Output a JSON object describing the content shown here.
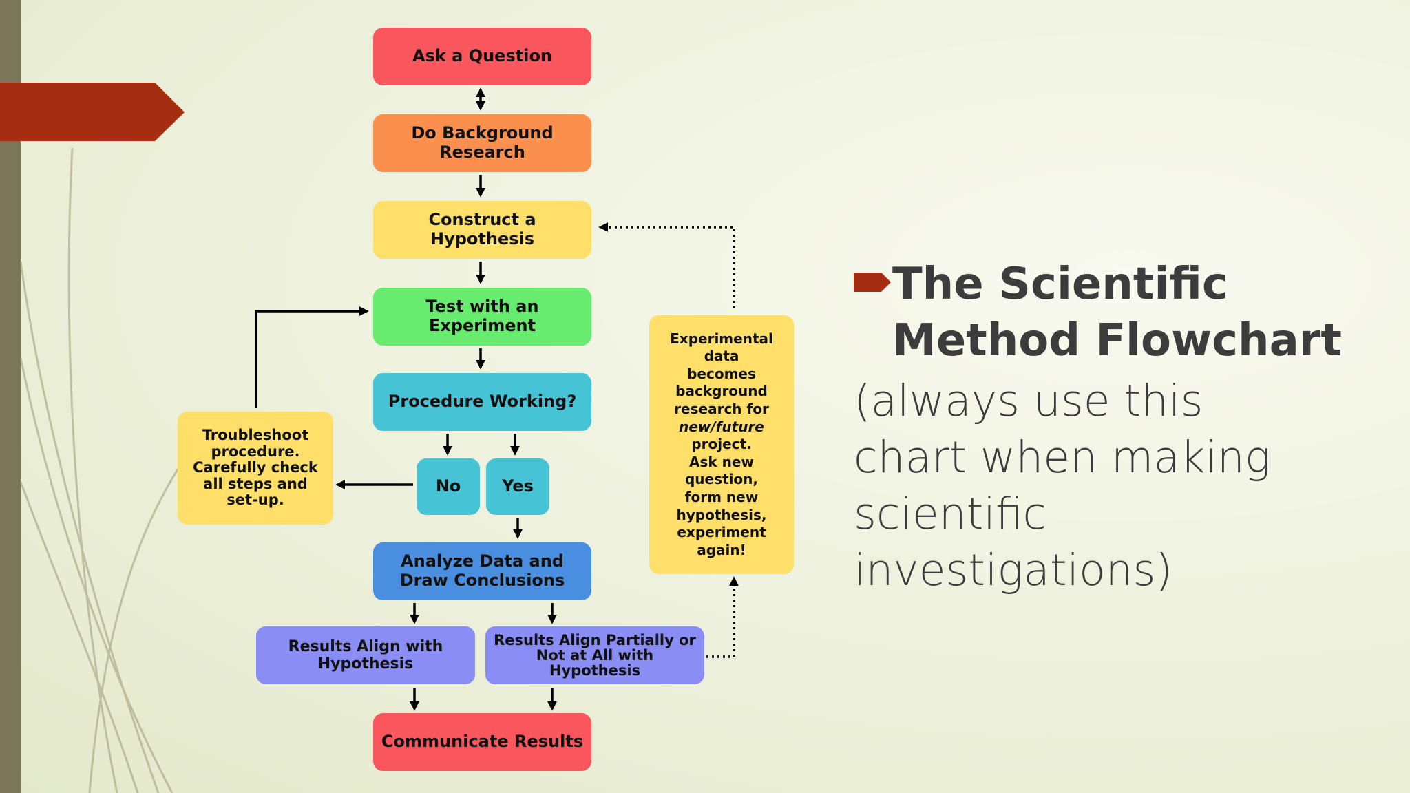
{
  "diagram": {
    "nodes": {
      "ask": "Ask a Question",
      "background": "Do Background Research",
      "hypothesis": "Construct a Hypothesis",
      "experiment": "Test with an Experiment",
      "procedure": "Procedure Working?",
      "no": "No",
      "yes": "Yes",
      "troubleshoot": [
        "Troubleshoot",
        "procedure.",
        "Carefully check",
        "all steps and",
        "set-up."
      ],
      "analyze": "Analyze Data and Draw Conclusions",
      "align": "Results Align with Hypothesis",
      "partial": "Results Align Partially or Not at All with Hypothesis",
      "communicate": "Communicate Results",
      "feedback": [
        "Experimental",
        "data",
        "becomes",
        "background",
        "research for",
        "new/future",
        "project.",
        "Ask new",
        "question,",
        "form new",
        "hypothesis,",
        "experiment",
        "again!"
      ]
    },
    "colors": {
      "red": "#f9565d",
      "orange": "#fb8f4d",
      "yellow": "#fddf6a",
      "green": "#67ec70",
      "cyan": "#46c4d6",
      "blue": "#4a8ee0",
      "violet": "#8a8df4"
    }
  },
  "caption": {
    "bullet_icon": "arrow-bullet-icon",
    "title_line1": "The Scientific",
    "title_line2": "Method Flowchart",
    "body_line1": "(always use this",
    "body_line2": "chart when making",
    "body_line3": "scientific",
    "body_line4": "investigations)"
  },
  "theme": {
    "left_bar_color": "#7a7657",
    "tab_color": "#a52d12"
  }
}
